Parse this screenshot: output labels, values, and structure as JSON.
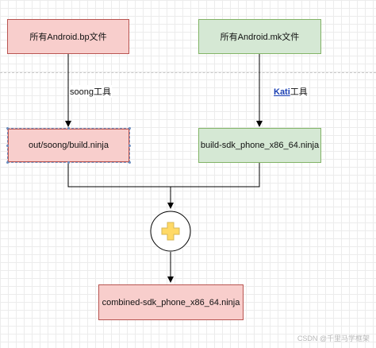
{
  "diagram": {
    "nodes": {
      "android_bp": {
        "label": "所有Android.bp文件",
        "fill": "#f8cecc",
        "stroke": "#b85450"
      },
      "android_mk": {
        "label": "所有Android.mk文件",
        "fill": "#d5e8d4",
        "stroke": "#82b366"
      },
      "build_ninja": {
        "label": "out/soong/build.ninja",
        "fill": "#f8cecc",
        "stroke": "#b85450"
      },
      "sdk_ninja": {
        "label": "build-sdk_phone_x86_64.ninja",
        "fill": "#d5e8d4",
        "stroke": "#82b366"
      },
      "merge": {
        "symbol": "plus",
        "symbol_fill": "#ffd966",
        "symbol_stroke": "#d6b656"
      },
      "combined": {
        "label": "combined-sdk_phone_x86_64.ninja",
        "fill": "#f8cecc",
        "stroke": "#b85450"
      }
    },
    "edges": {
      "bp_to_build": {
        "label": "soong工具"
      },
      "mk_to_sdk": {
        "label_link": "Kati",
        "label_rest": "工具"
      }
    }
  },
  "watermark": "CSDN @千里马学框架"
}
